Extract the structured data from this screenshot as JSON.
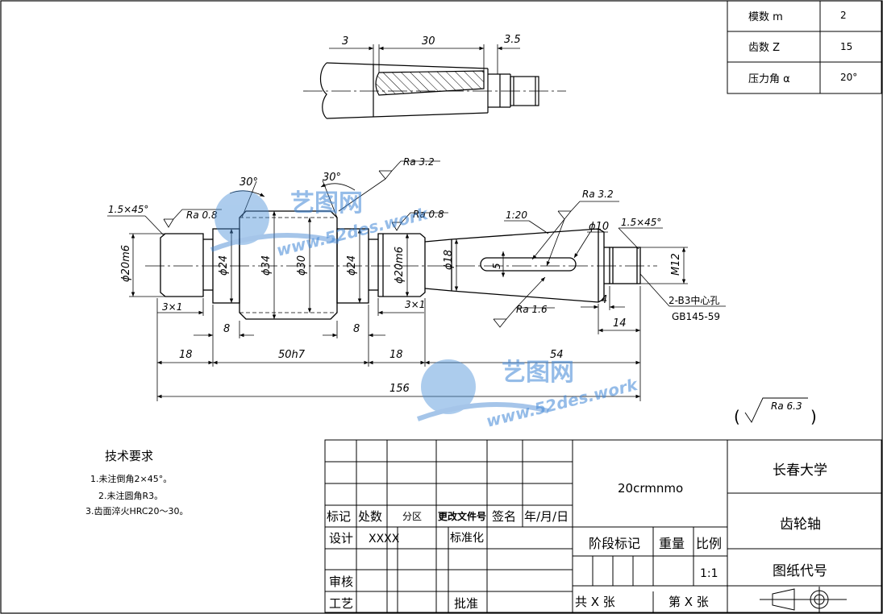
{
  "gear_params": {
    "module_label": "模数 m",
    "module_value": "2",
    "teeth_label": "齿数 Z",
    "teeth_value": "15",
    "pressure_label": "压力角 α",
    "pressure_value": "20°"
  },
  "detail_view": {
    "dim_3": "3",
    "dim_30": "30",
    "dim_3_5": "3.5"
  },
  "main_view": {
    "chamfer_left": "1.5×45°",
    "chamfer_right": "1.5×45°",
    "ra_0_8_left": "Ra 0.8",
    "ra_0_8_right": "Ra 0.8",
    "ra_3_2_top": "Ra 3.2",
    "ra_3_2_key": "Ra 3.2",
    "ra_1_6": "Ra 1.6",
    "angle_30_left": "30°",
    "angle_30_right": "30°",
    "taper": "1:20",
    "dia_10": "ϕ10",
    "d_20m6_left": "ϕ20m6",
    "d_24_left": "ϕ24",
    "d_34": "ϕ34",
    "d_30": "ϕ30",
    "d_24_right": "ϕ24",
    "d_20m6_right": "ϕ20m6",
    "d_18": "ϕ18",
    "key_5": "5",
    "m12": "M12",
    "groove_left": "3×1",
    "groove_right": "3×1",
    "dim_8_left": "8",
    "dim_8_right": "8",
    "dim_4": "4",
    "dim_14": "14",
    "dim_18_left": "18",
    "dim_50h7": "50h7",
    "dim_18_right": "18",
    "dim_54": "54",
    "dim_156": "156",
    "center_hole_1": "2-B3中心孔",
    "center_hole_2": "GB145-59",
    "general_ra": "Ra 6.3"
  },
  "tech_requirements": {
    "title": "技术要求",
    "items": [
      "1.未注倒角2×45°。",
      "2.未注圆角R3。",
      "3.齿面淬火HRC20～30。"
    ]
  },
  "title_block": {
    "material": "20crmnmo",
    "school": "长春大学",
    "part_name": "齿轮轴",
    "drawing_code_label": "图纸代号",
    "h_mark": "标记",
    "h_count": "处数",
    "h_zone": "分区",
    "h_doc": "更改文件号",
    "h_sign": "签名",
    "h_date": "年/月/日",
    "design": "设计",
    "designer": "XXXX",
    "standard": "标准化",
    "review": "审核",
    "process": "工艺",
    "approve": "批准",
    "stage": "阶段标记",
    "weight": "重量",
    "scale_label": "比例",
    "scale": "1:1",
    "total_sheets": "共 X 张",
    "sheet_no": "第 X 张"
  },
  "watermark": {
    "brand": "艺图网",
    "url": "www.52des.work"
  }
}
